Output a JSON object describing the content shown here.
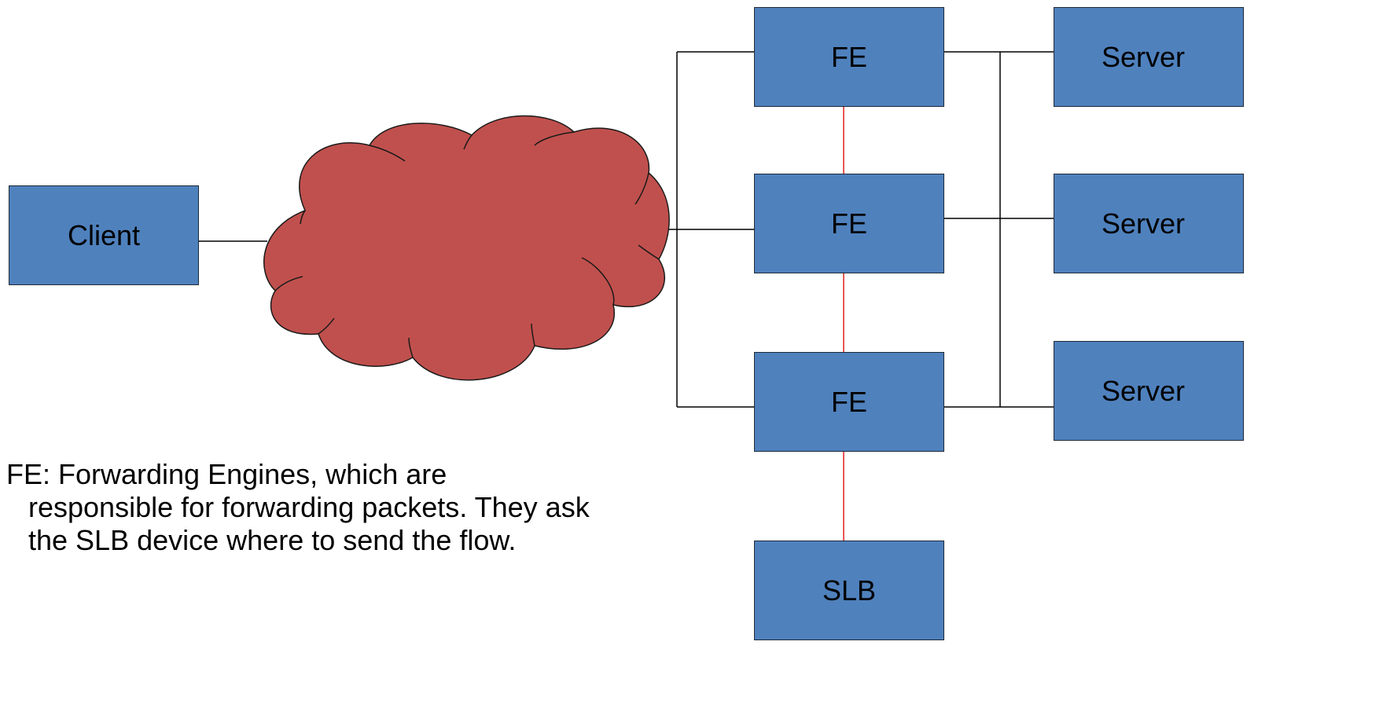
{
  "nodes": {
    "client": "Client",
    "fe": [
      "FE",
      "FE",
      "FE"
    ],
    "slb": "SLB",
    "servers": [
      "Server",
      "Server",
      "Server"
    ]
  },
  "legend": "FE: Forwarding Engines, which are responsible for forwarding packets. They ask the SLB device where to send the flow.",
  "colors": {
    "box_fill": "#4f81bd",
    "cloud_fill": "#c0504d",
    "fe_link": "#e02020",
    "link": "#000000"
  }
}
